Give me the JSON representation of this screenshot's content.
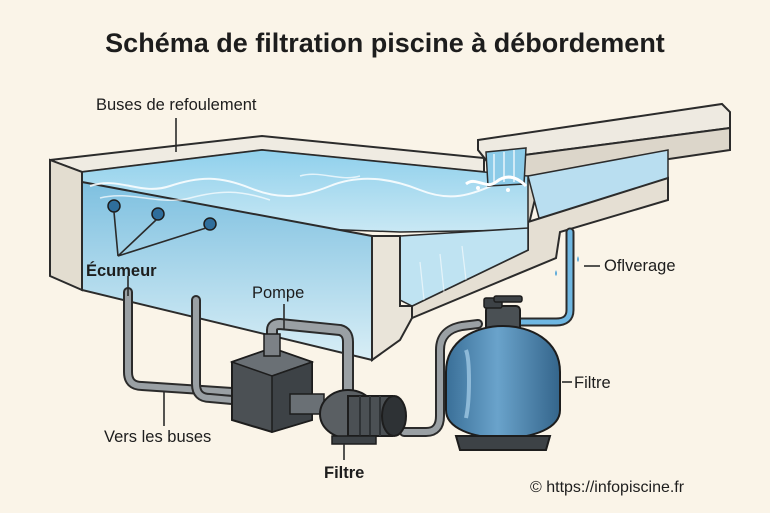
{
  "title": "Schéma de filtration piscine à débordement",
  "labels": {
    "buses_refoulement": "Buses de refoulement",
    "ecumeur": "Écumeur",
    "pompe": "Pompe",
    "vers_les_buses": "Vers les buses",
    "filtre_bas": "Filtre",
    "filtre_droite": "Filtre",
    "ofverage": "Oflverage"
  },
  "copyright": "© https://infopiscine.fr",
  "colors": {
    "background": "#faf4e8",
    "water": "#7fc4e4",
    "water_dark": "#4e9dca",
    "concrete": "#e9e4d9",
    "pipe": "#8a8f93",
    "pump": "#555a5e",
    "filter_tank": "#4f86b0",
    "overflow_pipe": "#5aa9da"
  }
}
